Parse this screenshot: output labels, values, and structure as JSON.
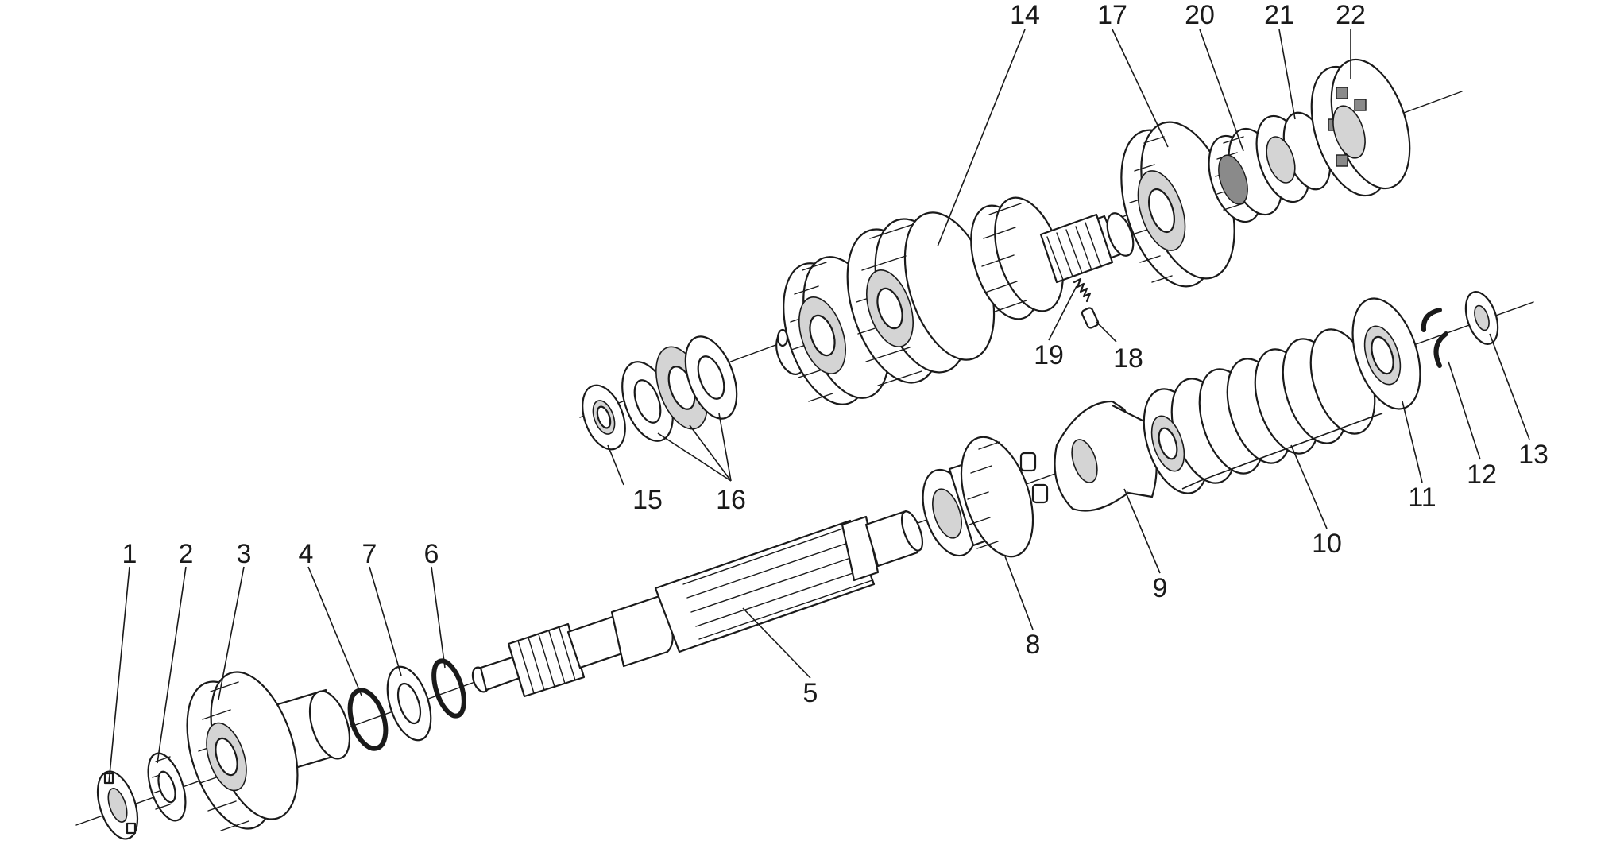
{
  "colors": {
    "line": "#1a1a1a",
    "part_fill": "#ffffff",
    "shade": "#d4d4d4",
    "dark": "#8a8a8a",
    "background": "#ffffff"
  },
  "callouts": {
    "c1": "1",
    "c2": "2",
    "c3": "3",
    "c4": "4",
    "c5": "5",
    "c6": "6",
    "c7": "7",
    "c8": "8",
    "c9": "9",
    "c10": "10",
    "c11": "11",
    "c12": "12",
    "c13": "13",
    "c14": "14",
    "c15": "15",
    "c16": "16",
    "c17": "17",
    "c18": "18",
    "c19": "19",
    "c20": "20",
    "c21": "21",
    "c22": "22"
  }
}
